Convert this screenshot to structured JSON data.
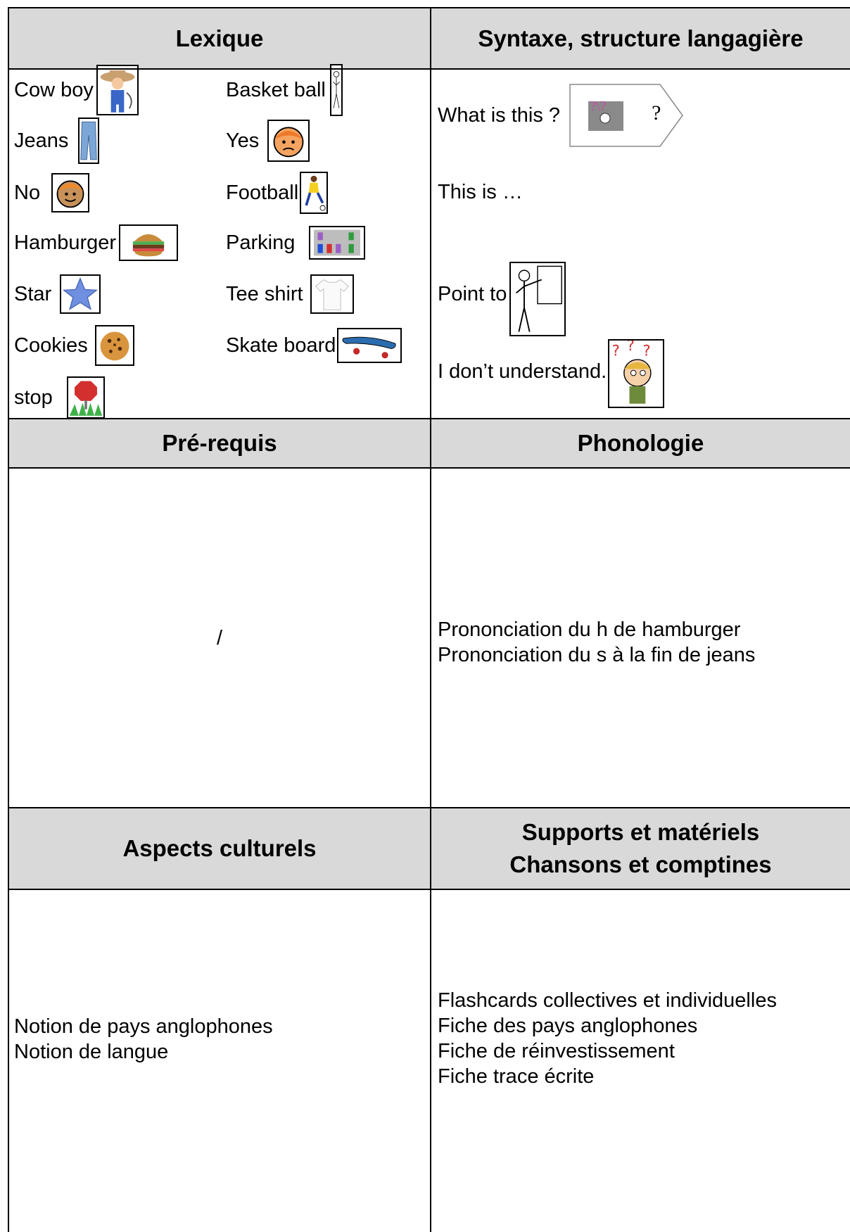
{
  "headers": {
    "lexique": "Lexique",
    "syntaxe": "Syntaxe, structure langagière",
    "prerequis": "Pré-requis",
    "phonologie": "Phonologie",
    "aspects": "Aspects culturels",
    "supports_line1": "Supports et matériels",
    "supports_line2": "Chansons et comptines"
  },
  "lexique": {
    "left": [
      "Cow boy",
      "Jeans",
      "No",
      "Hamburger",
      "Star",
      "Cookies",
      "stop"
    ],
    "right": [
      "Basket ball",
      "Yes",
      "Football",
      "Parking",
      "Tee shirt",
      "Skate board"
    ]
  },
  "icons": {
    "cowboy": "cowboy-icon",
    "jeans": "jeans-icon",
    "no": "no-face-icon",
    "hamburger": "hamburger-icon",
    "star": "star-icon",
    "cookies": "cookie-icon",
    "stop": "stop-sign-icon",
    "basketball": "basketball-player-icon",
    "yes": "yes-face-icon",
    "football": "football-player-icon",
    "parking": "parking-icon",
    "teeshirt": "tee-shirt-icon",
    "skateboard": "skateboard-icon",
    "question": "question-tag-icon",
    "pointing": "pointing-teacher-icon",
    "confused": "confused-boy-icon"
  },
  "syntaxe": {
    "what": "What is this ?",
    "what_tag_mark": "?",
    "what_tag_glyphs": "?\\?",
    "this_is": "This is …",
    "point_to": "Point to",
    "dont_understand": "I don’t understand."
  },
  "prerequis": {
    "text": "/"
  },
  "phonologie": {
    "lines": [
      "Prononciation du h de hamburger",
      "Prononciation du s à la fin de jeans"
    ]
  },
  "aspects": {
    "lines": [
      "Notion de pays anglophones",
      "Notion de langue"
    ]
  },
  "supports": {
    "lines": [
      "Flashcards collectives et individuelles",
      "Fiche des pays anglophones",
      "Fiche de réinvestissement",
      "Fiche trace écrite"
    ]
  },
  "colors": {
    "header_bg": "#d9d9d9",
    "border": "#000000",
    "star": "#6f8fe0",
    "face": "#f4a460",
    "stop": "#d32f2f"
  }
}
